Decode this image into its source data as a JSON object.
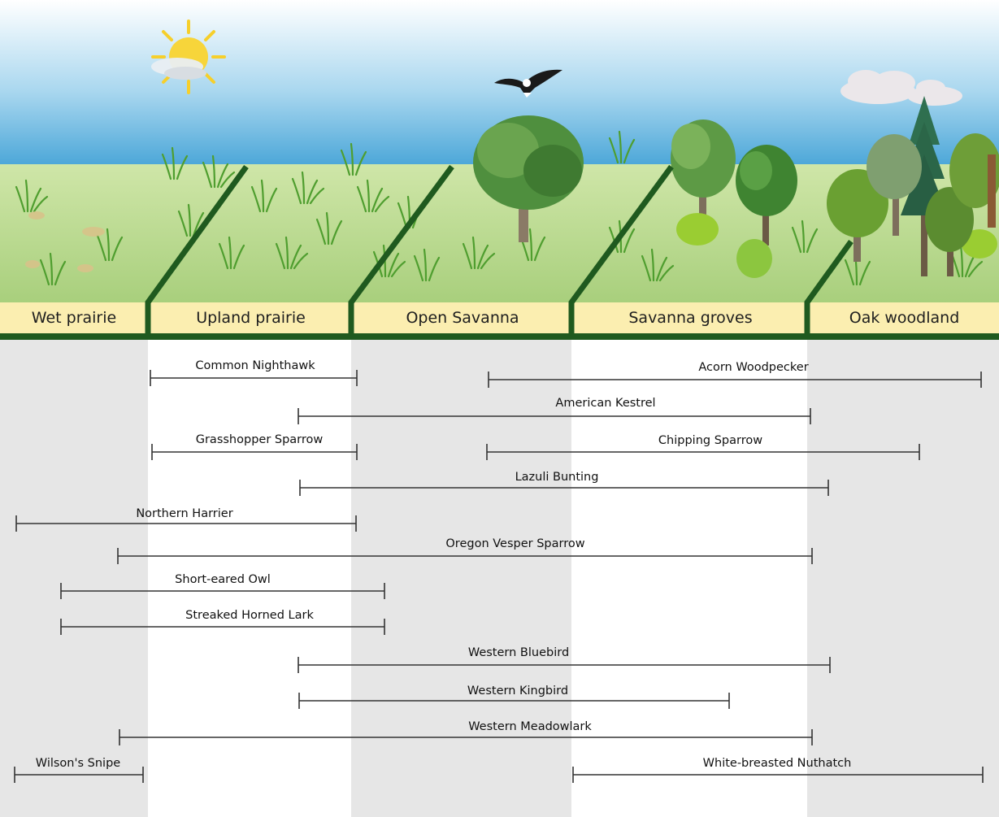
{
  "habitats": [
    {
      "id": "wet-prairie",
      "label": "Wet prairie"
    },
    {
      "id": "upland-prairie",
      "label": "Upland prairie"
    },
    {
      "id": "open-savanna",
      "label": "Open Savanna"
    },
    {
      "id": "savanna-groves",
      "label": "Savanna groves"
    },
    {
      "id": "oak-woodland",
      "label": "Oak woodland"
    }
  ],
  "species_ranges": [
    {
      "name": "Common Nighthawk",
      "from_habitat": "Upland prairie",
      "to_habitat": "Upland prairie"
    },
    {
      "name": "Acorn Woodpecker",
      "from_habitat": "Open Savanna",
      "to_habitat": "Oak woodland"
    },
    {
      "name": "American Kestrel",
      "from_habitat": "Upland prairie",
      "to_habitat": "Savanna groves"
    },
    {
      "name": "Grasshopper Sparrow",
      "from_habitat": "Upland prairie",
      "to_habitat": "Upland prairie"
    },
    {
      "name": "Chipping Sparrow",
      "from_habitat": "Open Savanna",
      "to_habitat": "Oak woodland"
    },
    {
      "name": "Lazuli Bunting",
      "from_habitat": "Upland prairie",
      "to_habitat": "Oak woodland"
    },
    {
      "name": "Northern Harrier",
      "from_habitat": "Wet prairie",
      "to_habitat": "Upland prairie"
    },
    {
      "name": "Oregon Vesper Sparrow",
      "from_habitat": "Wet prairie",
      "to_habitat": "Savanna groves"
    },
    {
      "name": "Short-eared Owl",
      "from_habitat": "Wet prairie",
      "to_habitat": "Open Savanna"
    },
    {
      "name": "Streaked Horned Lark",
      "from_habitat": "Wet prairie",
      "to_habitat": "Open Savanna"
    },
    {
      "name": "Western Bluebird",
      "from_habitat": "Upland prairie",
      "to_habitat": "Oak woodland"
    },
    {
      "name": "Western Kingbird",
      "from_habitat": "Upland prairie",
      "to_habitat": "Savanna groves"
    },
    {
      "name": "Western Meadowlark",
      "from_habitat": "Wet prairie",
      "to_habitat": "Savanna groves"
    },
    {
      "name": "Wilson's Snipe",
      "from_habitat": "Wet prairie",
      "to_habitat": "Wet prairie"
    },
    {
      "name": "White-breasted Nuthatch",
      "from_habitat": "Savanna groves",
      "to_habitat": "Oak woodland"
    }
  ],
  "colors": {
    "sky_top": "#ffffff",
    "sky_bottom": "#4aa6d8",
    "meadow": "#b9d98f",
    "label_band": "#fbeeb0",
    "divider": "#1f5a1f",
    "shaded_column": "#e6e6e6",
    "range_line": "#333333"
  },
  "icons": [
    "sun-icon",
    "eagle-icon",
    "cloud-icon",
    "oak-tree-icon",
    "fir-tree-icon",
    "grass-tuft-icon",
    "shrub-icon"
  ]
}
